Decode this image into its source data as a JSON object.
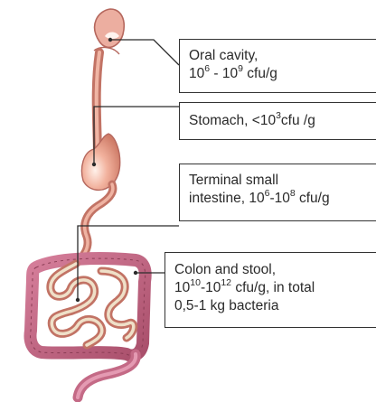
{
  "colors": {
    "tissue": "#d98f80",
    "tissue_dark": "#a55a55",
    "tissue_light": "#f3c4b5",
    "colon": "#c46a86",
    "colon_dark": "#8b3d55",
    "lumen": "#efe0c8",
    "leader": "#2b2b2b",
    "border": "#333333",
    "text": "#2a2a2a"
  },
  "callouts": {
    "oral": {
      "line1": "Oral cavity,",
      "base_a": "10",
      "exp_a": "6",
      "sep": " - ",
      "base_b": "10",
      "exp_b": "9",
      "unit": " cfu/g"
    },
    "stomach": {
      "prefix": "Stomach, <10",
      "exp": "3",
      "unit": "cfu /g"
    },
    "small_intestine": {
      "line1": "Terminal small",
      "prefix": "intestine, 10",
      "exp_a": "6",
      "mid": "-10",
      "exp_b": "8",
      "unit": " cfu/g"
    },
    "colon": {
      "line1": "Colon and stool,",
      "base_a": "10",
      "exp_a": "10",
      "mid": "-10",
      "exp_b": "12",
      "unit": " cfu/g, in total",
      "line3": "0,5-1 kg bacteria"
    }
  }
}
